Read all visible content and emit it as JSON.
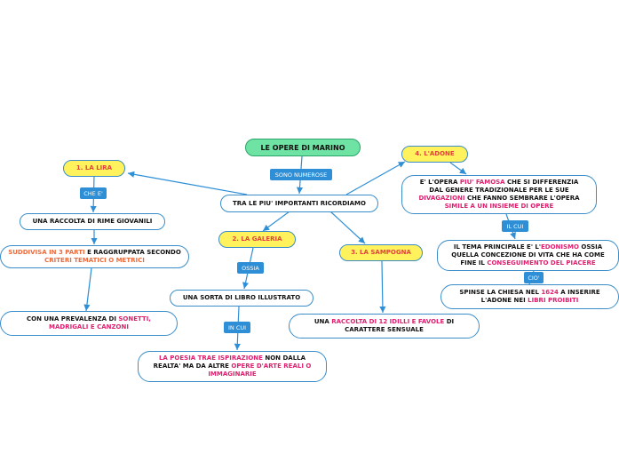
{
  "title": "LE OPERE DI MARINO",
  "connectors": {
    "sono_numerose": "SONO NUMEROSE",
    "che_e": "CHE E'",
    "ossia": "OSSIA",
    "in_cui_galeria": "IN CUI",
    "il_cui": "IL CUI",
    "cio": "CIO'"
  },
  "hub": "TRA LE PIU' IMPORTANTI RICORDIAMO",
  "lira": {
    "title": "1. LA LIRA",
    "raccolta": "UNA RACCOLTA DI RIME GIOVANILI",
    "suddivisa": {
      "p1": "SUDDIVISA IN 3 PARTI",
      "p2": " E RAGGRUPPATA SECONDO ",
      "p3": "CRITERI TEMATICI O METRICI"
    },
    "prevalenza": {
      "p1": "CON UNA PREVALENZA DI ",
      "p2": "SONETTI, MADRIGALI E CANZONI"
    }
  },
  "galeria": {
    "title": "2. LA GALERIA",
    "libro": "UNA SORTA DI LIBRO ILLUSTRATO",
    "poesia": {
      "p1": "LA POESIA TRAE ISPIRAZIONE",
      "p2": " NON DALLA REALTA' MA DA ALTRE ",
      "p3": "OPERE D'ARTE REALI O IMMAGINARIE"
    }
  },
  "sampogna": {
    "title": "3. LA SAMPOGNA",
    "raccolta": {
      "p1": "UNA ",
      "p2": "RACCOLTA DI 12 IDILLI E FAVOLE",
      "p3": " DI CARATTERE SENSUALE"
    }
  },
  "adone": {
    "title": "4. L'ADONE",
    "opera": {
      "p1": "E' L'OPERA ",
      "p2": "PIU' FAMOSA",
      "p3": " CHE SI DIFFERENZIA DAL GENERE TRADIZIONALE PER LE SUE ",
      "p4": "DIVAGAZIONI",
      "p5": " CHE FANNO SEMBRARE L'OPERA ",
      "p6": "SIMILE A UN INSIEME DI OPERE"
    },
    "tema": {
      "p1": "IL TEMA PRINCIPALE E' L'",
      "p2": "EDONISMO",
      "p3": " OSSIA QUELLA CONCEZIONE DI VITA CHE HA COME FINE IL ",
      "p4": "CONSEGUIMENTO DEL PIACERE"
    },
    "chiesa": {
      "p1": "SPINSE LA CHIESA NEL ",
      "p2": "1624",
      "p3": " A INSERIRE L'ADONE NEI ",
      "p4": "LIBRI PROIBITI"
    }
  }
}
